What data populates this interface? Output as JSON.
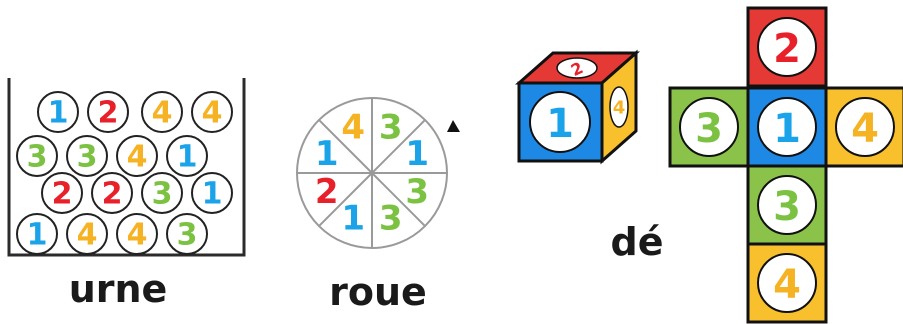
{
  "labels": {
    "urn": "urne",
    "wheel": "roue",
    "die": "dé"
  },
  "colors": {
    "1": "#1aa3e8",
    "2": "#e8202a",
    "3": "#7cc242",
    "4": "#f5b324"
  },
  "face_colors": {
    "1": "#1e88e5",
    "2": "#e53935",
    "3": "#8bc34a",
    "4": "#f9c02e"
  },
  "urn": {
    "rows": [
      [
        "1",
        "2",
        "4",
        "4"
      ],
      [
        "3",
        "3",
        "4",
        "1"
      ],
      [
        "2",
        "2",
        "3",
        "1"
      ],
      [
        "1",
        "4",
        "4",
        "3"
      ]
    ]
  },
  "wheel": {
    "sectors_clockwise_from_top": [
      "3",
      "1",
      "3",
      "3",
      "1",
      "2",
      "1",
      "4"
    ]
  },
  "die": {
    "cube": {
      "front": "1",
      "top": "2",
      "right": "4"
    },
    "net": {
      "top": "2",
      "left": "3",
      "center": "1",
      "right": "4",
      "below": "3",
      "bottom": "4"
    }
  }
}
